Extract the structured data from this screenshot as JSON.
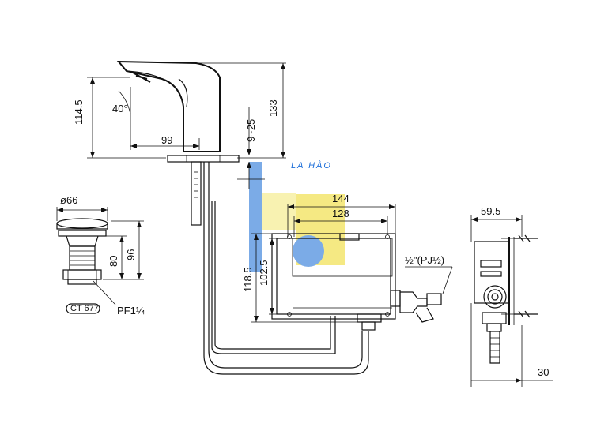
{
  "dimensions": {
    "spout_height": "114.5",
    "total_height": "133",
    "spout_angle": "40°",
    "spout_reach": "99",
    "deck_thickness": "9~25",
    "drain_diameter": "ø66",
    "drain_height_80": "80",
    "drain_height_96": "96",
    "drain_code": "CT 677",
    "drain_thread": "PF1¼",
    "box_width_144": "144",
    "box_width_128": "128",
    "box_height_118": "118.5",
    "box_height_102": "102.5",
    "inlet_thread": "½\"(PJ½)",
    "side_depth": "59.5",
    "side_offset": "30"
  },
  "watermark": {
    "text": "LA HÀO",
    "colors": {
      "blue": "#4f8fe0",
      "yellow": "#f2e25a"
    }
  }
}
